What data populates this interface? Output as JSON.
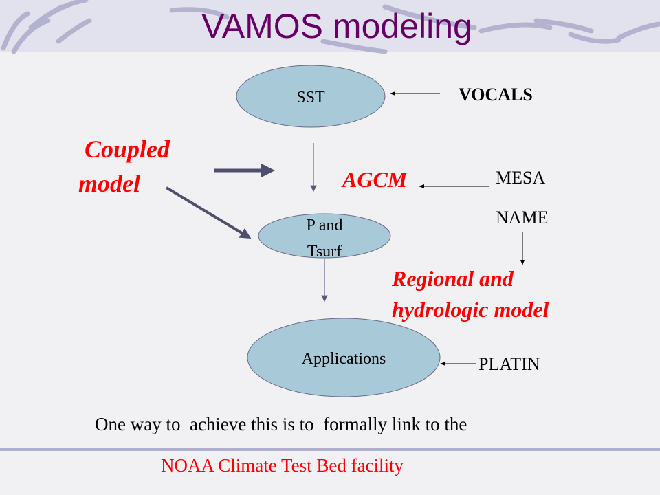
{
  "slide": {
    "title": "VAMOS modeling",
    "nodes": {
      "sst": "SST",
      "p_and_tsurf_line1": "P and",
      "p_and_tsurf_line2": "Tsurf",
      "applications": "Applications"
    },
    "labels": {
      "vocals": "VOCALS",
      "coupled_line1": "Coupled",
      "coupled_line2": "model",
      "agcm": "AGCM",
      "mesa": "MESA",
      "name": "NAME",
      "regional_line1": "Regional and",
      "regional_line2": "hydrologic model",
      "platin": "PLATIN"
    },
    "footer": {
      "text": "One way to  achieve this is to  formally link to the",
      "link": "NOAA Climate Test Bed facility"
    },
    "colors": {
      "title": "#660066",
      "accent_red": "#ff0000",
      "ellipse_fill": "#a8cad8"
    }
  }
}
